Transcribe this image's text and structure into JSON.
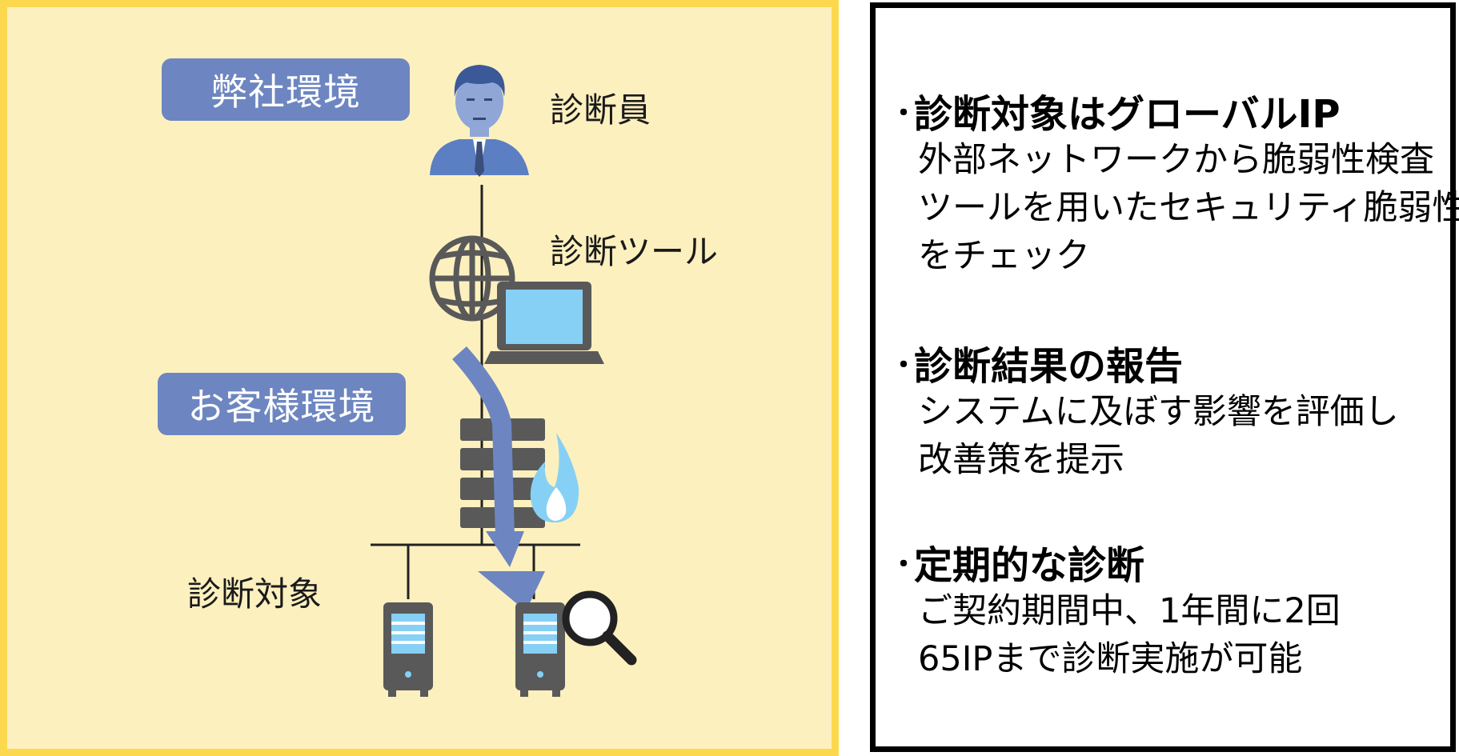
{
  "diagram": {
    "company_env_label": "弊社環境",
    "customer_env_label": "お客様環境",
    "inspector_label": "診断員",
    "tool_label": "診断ツール",
    "target_label": "診断対象"
  },
  "info": {
    "points": [
      {
        "bullet": "・",
        "heading": "診断対象はグローバルIP",
        "lines": [
          "外部ネットワークから脆弱性検査",
          "ツールを用いたセキュリティ脆弱性",
          "をチェック"
        ]
      },
      {
        "bullet": "・",
        "heading": "診断結果の報告",
        "lines": [
          "システムに及ぼす影響を評価し",
          "改善策を提示"
        ]
      },
      {
        "bullet": "・",
        "heading": "定期的な診断",
        "lines": [
          "ご契約期間中、1年間に2回",
          "65IPまで診断実施が可能"
        ]
      }
    ]
  },
  "colors": {
    "panel_bg": "#fdf0bf",
    "panel_border": "#fcd84f",
    "label_bg": "#6d86c1",
    "icon_blue": "#5b7fc2",
    "icon_light_blue": "#86d0f5",
    "icon_gray": "#595959",
    "arrow_blue": "#6d86c1"
  },
  "icons": [
    "person-icon",
    "globe-icon",
    "laptop-icon",
    "firewall-icon",
    "flame-icon",
    "server-icon",
    "magnifier-icon"
  ]
}
